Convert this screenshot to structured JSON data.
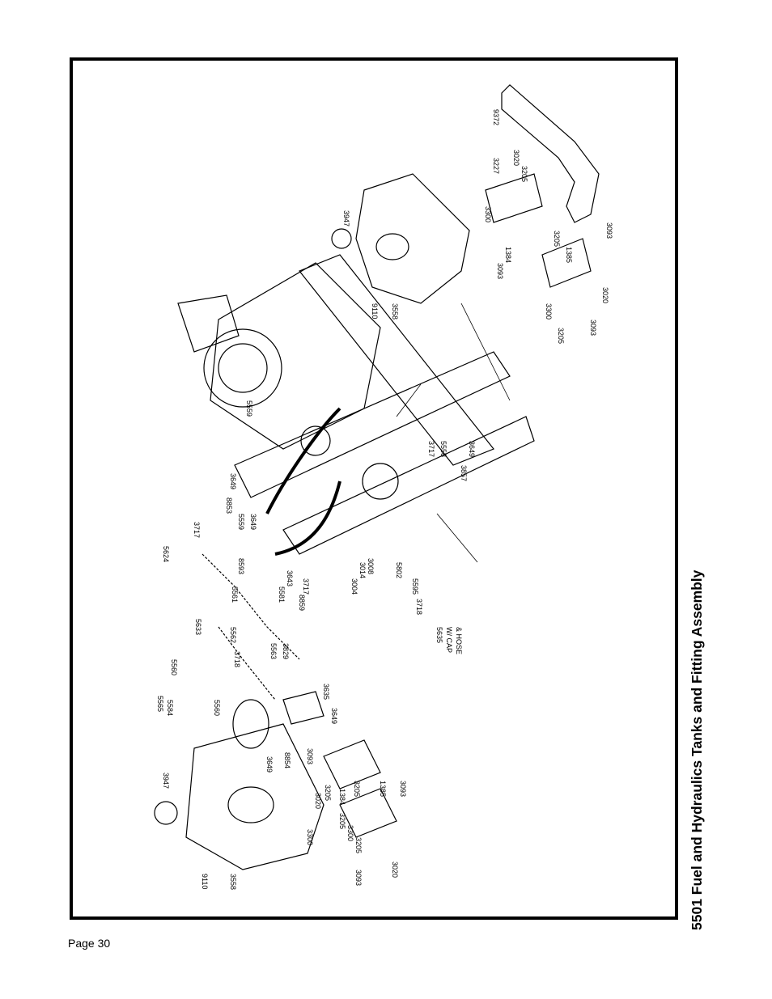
{
  "document": {
    "title": "5501 Fuel and Hydraulics Tanks and Fitting Assembly",
    "page_label": "Page 30"
  },
  "diagram": {
    "part_labels": [
      "9372",
      "3227",
      "3020",
      "3205",
      "3300",
      "3093",
      "1384",
      "3205",
      "1385",
      "3093",
      "3300",
      "3205",
      "3093",
      "3020",
      "3947",
      "9110",
      "3558",
      "5559",
      "3649",
      "8853",
      "3717",
      "5624",
      "5633",
      "8593",
      "5561",
      "5562",
      "3718",
      "5563",
      "3829",
      "3643",
      "8859",
      "5581",
      "3717",
      "5559",
      "3649",
      "3717",
      "5558",
      "3857",
      "3649",
      "3004",
      "3014",
      "3008",
      "5802",
      "5595",
      "3718",
      "5635",
      "W/ CAP",
      "& HOSE",
      "3635",
      "3649",
      "5560",
      "5584",
      "5565",
      "5560",
      "3649",
      "8854",
      "3093",
      "3020",
      "3205",
      "1384",
      "3205",
      "1385",
      "3093",
      "3300",
      "3205",
      "3300",
      "3205",
      "3093",
      "3020",
      "3947",
      "9110",
      "3558"
    ]
  }
}
